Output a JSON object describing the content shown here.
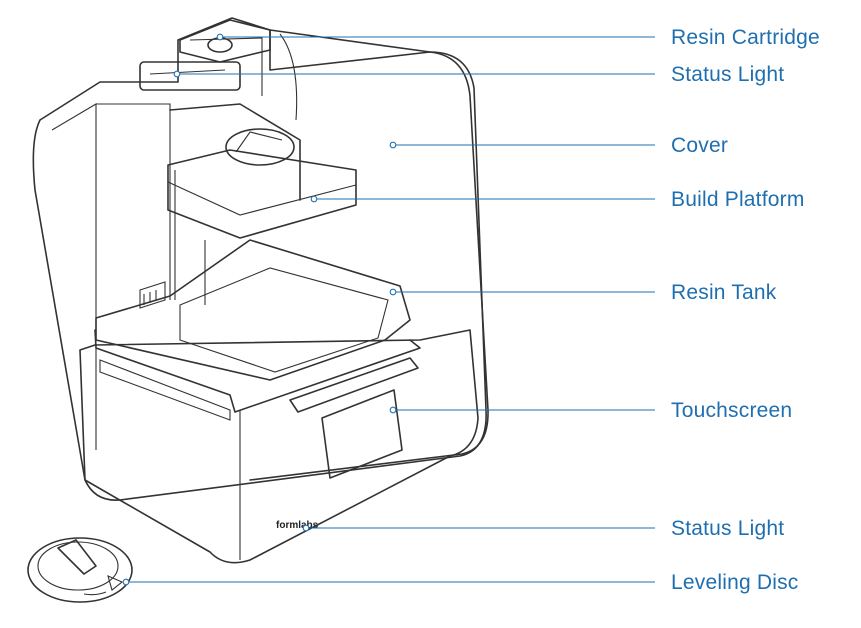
{
  "figure": {
    "accent_color": "#1f6fb0",
    "brand_mark": "formlabs"
  },
  "callouts": [
    {
      "label": "Resin Cartridge"
    },
    {
      "label": "Status Light"
    },
    {
      "label": "Cover"
    },
    {
      "label": "Build Platform"
    },
    {
      "label": "Resin Tank"
    },
    {
      "label": "Touchscreen"
    },
    {
      "label": "Status Light"
    },
    {
      "label": "Leveling Disc"
    }
  ]
}
